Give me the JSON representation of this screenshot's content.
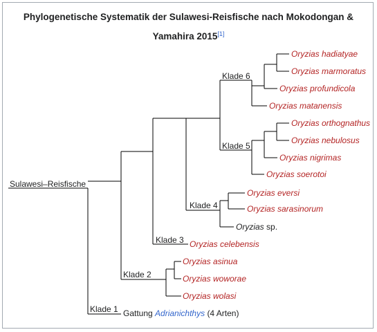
{
  "title": {
    "line1": "Phylogenetische Systematik der Sulawesi-Reisfische nach Mokodongan &",
    "line2": "Yamahira 2015",
    "ref": "[1]"
  },
  "root_label": "Sulawesi–Reisfische",
  "clades": {
    "k1": "Klade 1",
    "k2": "Klade 2",
    "k3": "Klade 3",
    "k4": "Klade 4",
    "k5": "Klade 5",
    "k6": "Klade 6"
  },
  "species": {
    "hadiatyae": "Oryzias hadiatyae",
    "marmoratus": "Oryzias marmoratus",
    "profundicola": "Oryzias profundicola",
    "matanensis": "Oryzias matanensis",
    "orthognathus": "Oryzias orthognathus",
    "nebulosus": "Oryzias nebulosus",
    "nigrimas": "Oryzias nigrimas",
    "soerotoi": "Oryzias soerotoi",
    "eversi": "Oryzias eversi",
    "sarasinorum": "Oryzias sarasinorum",
    "sp_genus": "Oryzias",
    "sp_suffix": "sp.",
    "celebensis": "Oryzias celebensis",
    "asinua": "Oryzias asinua",
    "woworae": "Oryzias woworae",
    "wolasi": "Oryzias wolasi"
  },
  "outgroup": {
    "prefix": "Gattung",
    "genus": "Adrianichthys",
    "suffix": "(4 Arten)"
  },
  "colors": {
    "species_red": "#b32424",
    "link_blue": "#3366cc",
    "border": "#a2a9b1"
  }
}
